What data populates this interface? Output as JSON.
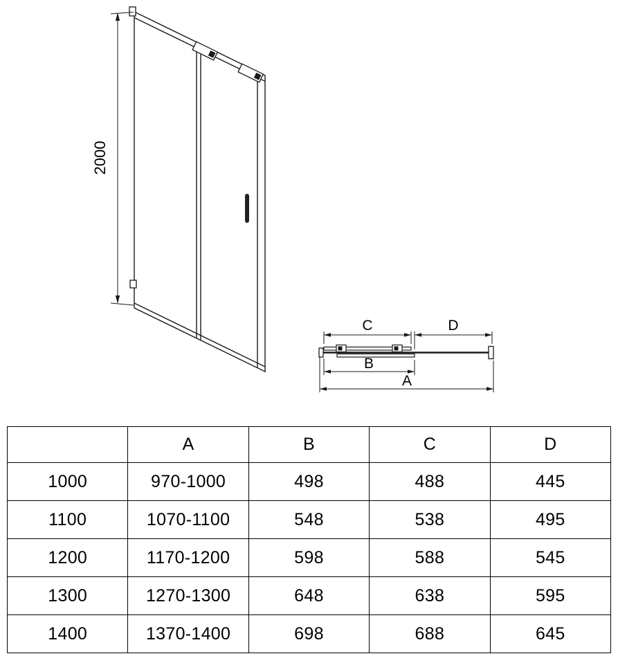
{
  "front_view": {
    "height_dim": "2000"
  },
  "top_view": {
    "dim_c": "C",
    "dim_d": "D",
    "dim_b": "B",
    "dim_a": "A"
  },
  "table": {
    "headers": [
      "",
      "A",
      "B",
      "C",
      "D"
    ],
    "rows": [
      [
        "1000",
        "970-1000",
        "498",
        "488",
        "445"
      ],
      [
        "1100",
        "1070-1100",
        "548",
        "538",
        "495"
      ],
      [
        "1200",
        "1170-1200",
        "598",
        "588",
        "545"
      ],
      [
        "1300",
        "1270-1300",
        "648",
        "638",
        "595"
      ],
      [
        "1400",
        "1370-1400",
        "698",
        "688",
        "645"
      ]
    ]
  }
}
